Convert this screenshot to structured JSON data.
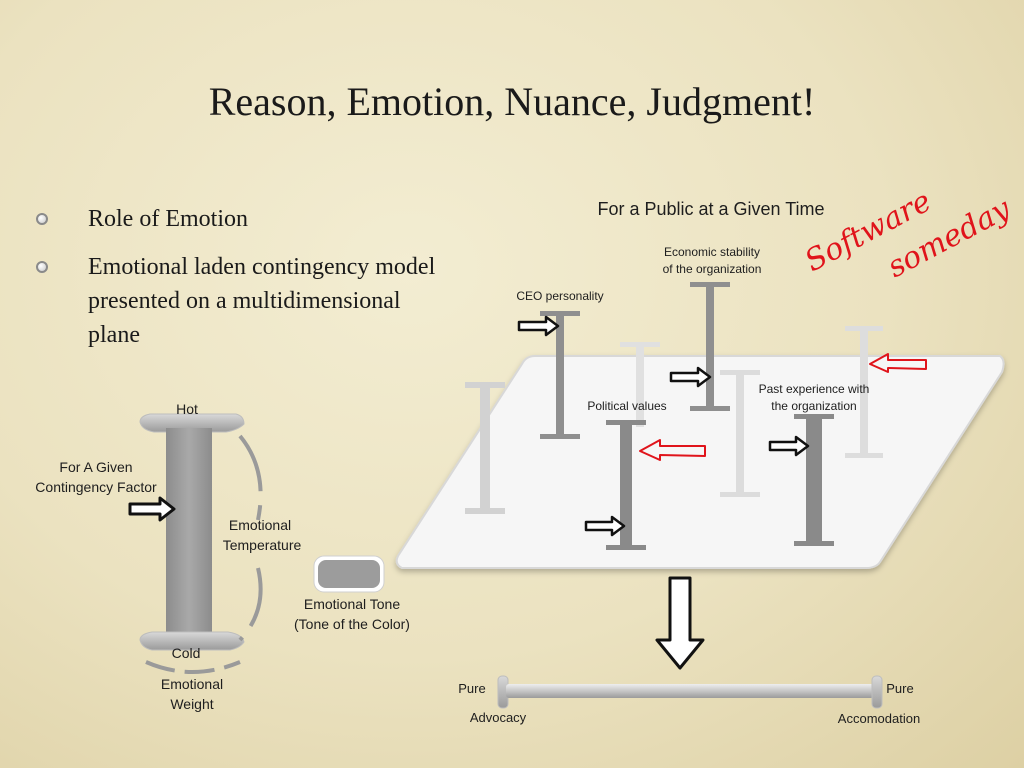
{
  "slide": {
    "title": "Reason, Emotion, Nuance, Judgment!",
    "bullets": [
      "Role of Emotion",
      "Emotional laden contingency model presented on a multidimensional plane"
    ]
  },
  "left_diagram": {
    "hot": "Hot",
    "cold": "Cold",
    "factor_line1": "For A Given",
    "factor_line2": "Contingency Factor",
    "temp_line1": "Emotional",
    "temp_line2": "Temperature",
    "weight_line1": "Emotional",
    "weight_line2": "Weight",
    "tone_line1": "Emotional Tone",
    "tone_line2": "(Tone of the Color)"
  },
  "plane_diagram": {
    "title": "For a Public at a Given Time",
    "econ_line1": "Economic stability",
    "econ_line2": "of the organization",
    "ceo": "CEO personality",
    "political": "Political values",
    "past_line1": "Past experience with",
    "past_line2": "the organization"
  },
  "continuum": {
    "left_line1": "Pure",
    "left_line2": "Advocacy",
    "right_line1": "Pure",
    "right_line2": "Accomodation"
  },
  "handwriting": {
    "line1": "Software",
    "line2": "someday",
    "color": "#e0141b"
  }
}
